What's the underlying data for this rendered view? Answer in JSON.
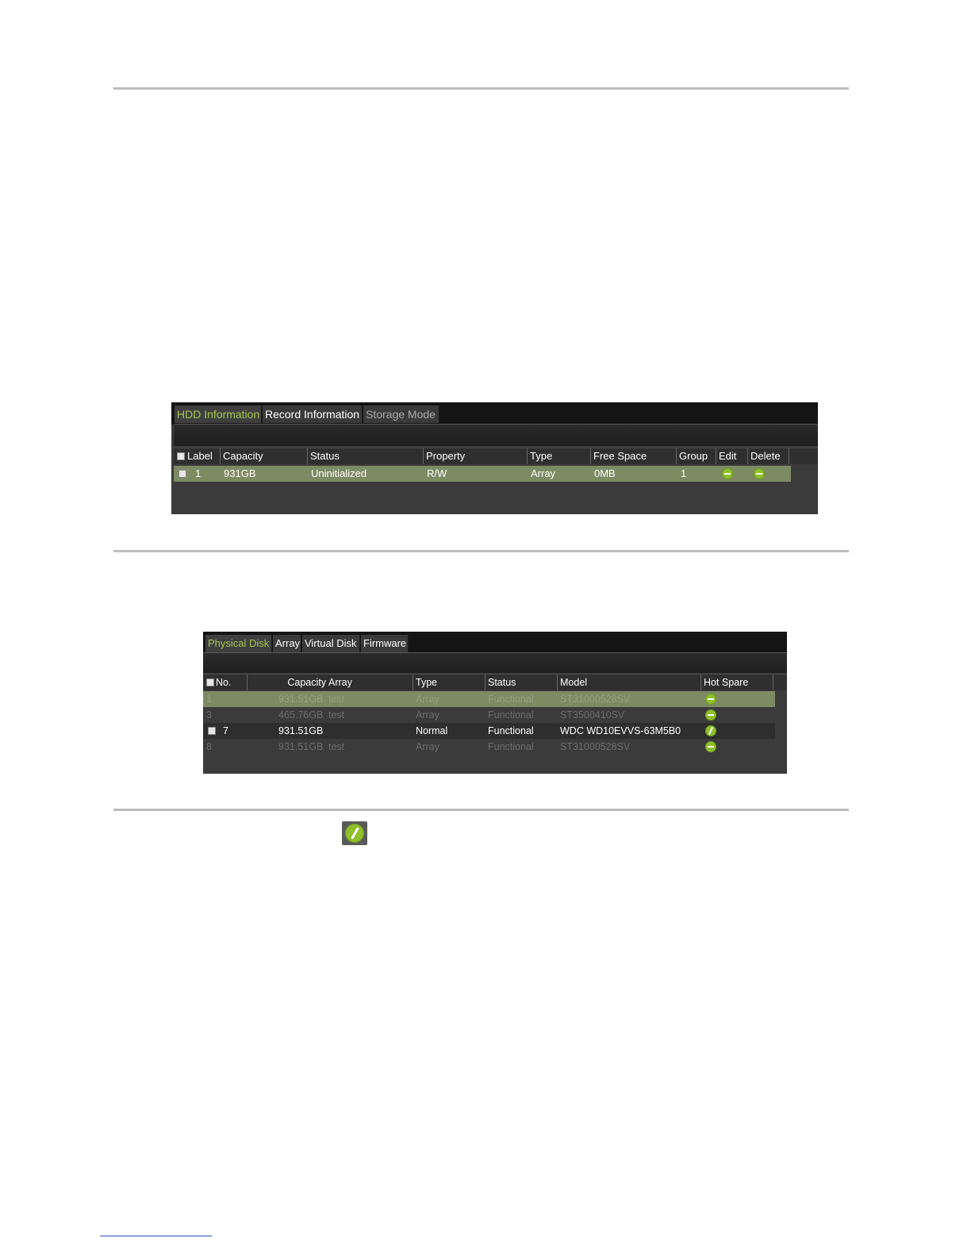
{
  "hdd_panel": {
    "tabs": [
      {
        "label": "HDD Information",
        "state": "active"
      },
      {
        "label": "Record Information",
        "state": "normal"
      },
      {
        "label": "Storage Mode",
        "state": "dim"
      }
    ],
    "columns": [
      "Label",
      "Capacity",
      "Status",
      "Property",
      "Type",
      "Free Space",
      "Group",
      "Edit",
      "Delete"
    ],
    "rows": [
      {
        "label": "1",
        "capacity": "931GB",
        "status": "Uninitialized",
        "property": "R/W",
        "type": "Array",
        "free_space": "0MB",
        "group": "1",
        "edit_icon": "minus-circle-icon",
        "delete_icon": "minus-circle-icon",
        "selected": true
      }
    ]
  },
  "disk_panel": {
    "tabs": [
      {
        "label": "Physical Disk",
        "state": "active"
      },
      {
        "label": "Array",
        "state": "normal"
      },
      {
        "label": "Virtual Disk",
        "state": "normal"
      },
      {
        "label": "Firmware",
        "state": "normal"
      }
    ],
    "columns": [
      "No.",
      "Capacity",
      "Array",
      "Type",
      "Status",
      "Model",
      "Hot Spare"
    ],
    "rows": [
      {
        "no": "1",
        "capacity": "931.51GB",
        "array": "test",
        "type": "Array",
        "status": "Functional",
        "model": "ST31000528SV",
        "hot_spare_icon": "minus-circle-icon",
        "state": "selected-dim"
      },
      {
        "no": "3",
        "capacity": "465.76GB",
        "array": "test",
        "type": "Array",
        "status": "Functional",
        "model": "ST3500410SV",
        "hot_spare_icon": "minus-circle-icon",
        "state": "dim"
      },
      {
        "no": "7",
        "capacity": "931.51GB",
        "array": "",
        "type": "Normal",
        "status": "Functional",
        "model": "WDC WD10EVVS-63M5B0",
        "hot_spare_icon": "edit-pencil-icon",
        "state": "normal"
      },
      {
        "no": "8",
        "capacity": "931.51GB",
        "array": "test",
        "type": "Array",
        "status": "Functional",
        "model": "ST31000528SV",
        "hot_spare_icon": "minus-circle-icon",
        "state": "dim"
      }
    ]
  },
  "colors": {
    "accent_green": "#8fbf2c",
    "active_tab_text": "#a7c64a",
    "selected_row": "#7d8b63",
    "panel_bg": "#3b3b3b"
  },
  "inline_icon": "edit-pencil-icon"
}
